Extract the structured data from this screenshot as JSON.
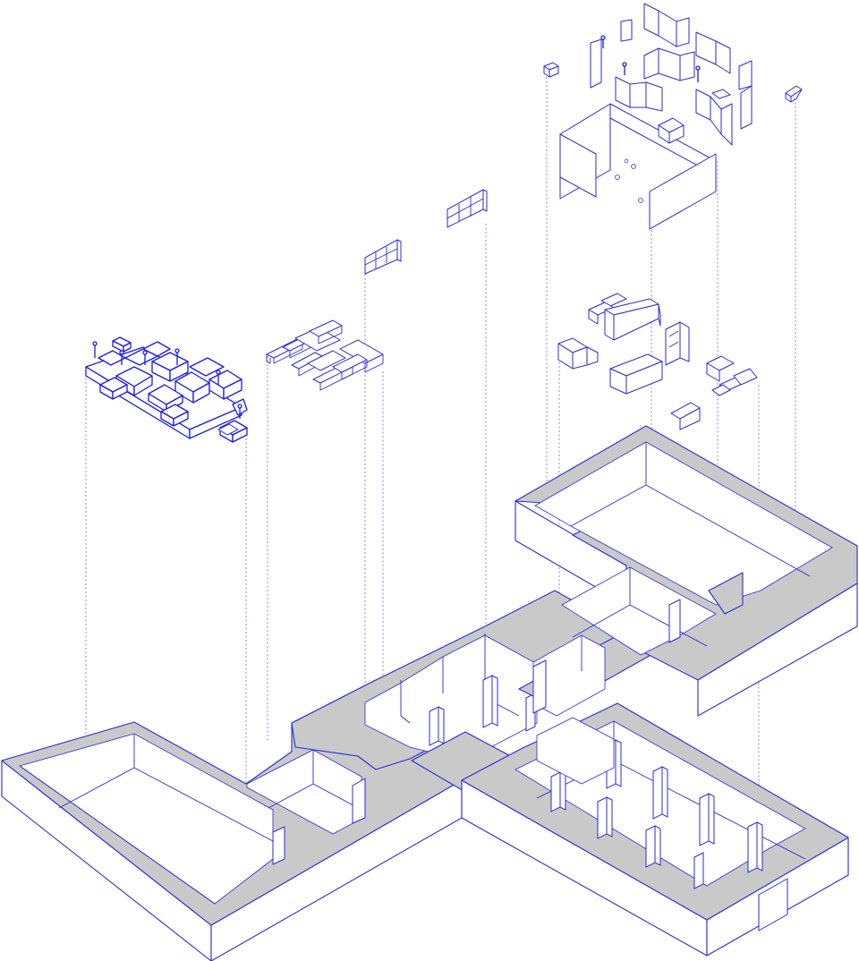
{
  "diagram": {
    "kind": "exploded-axonometric",
    "line_color": "#2b2bd6",
    "slab_color": "#c9c9c9",
    "background": "#ffffff",
    "layers": [
      "building-shell",
      "display-furniture-cluster",
      "bench-tables",
      "shelf-unit-1",
      "shelf-unit-2",
      "room-partitions",
      "screen-panels",
      "sculptural-pieces",
      "corner-objects"
    ]
  }
}
